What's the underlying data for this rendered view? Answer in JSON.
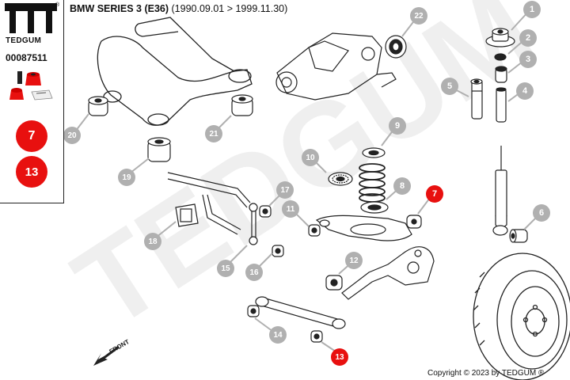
{
  "header": {
    "series": "BMW SERIES 3 (E36)",
    "dates": "(1990.09.01 > 1999.11.30)"
  },
  "sidebar": {
    "brand": "TEDGUM",
    "registered": "®",
    "part_number": "00087511",
    "highlighted_positions": [
      "7",
      "13"
    ]
  },
  "watermark": "TEDGUM",
  "front_label": "FRONT",
  "copyright": "Copyright © 2023 by TEDGUM ®",
  "callouts": [
    "1",
    "2",
    "3",
    "4",
    "5",
    "6",
    "7",
    "8",
    "9",
    "10",
    "11",
    "12",
    "13",
    "14",
    "15",
    "16",
    "17",
    "18",
    "19",
    "20",
    "21",
    "22"
  ],
  "highlighted_callouts": [
    "7",
    "13"
  ],
  "colors": {
    "highlight": "#e8100f",
    "callout_gray": "#b0b0b0",
    "line": "#222222"
  }
}
